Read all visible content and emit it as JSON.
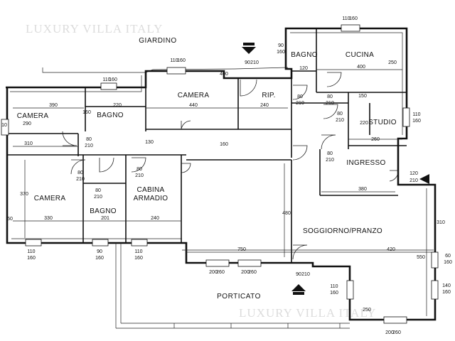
{
  "watermark": {
    "top": "LUXURY VILLA ITALY",
    "bottom": "LUXURY VILLA ITALY"
  },
  "exterior": {
    "garden": "GIARDINO",
    "porch": "PORTICATO"
  },
  "rooms": {
    "camera_top": "CAMERA",
    "camera_left": "CAMERA",
    "bagno_top": "BAGNO",
    "camera_bottom": "CAMERA",
    "bagno_bottom": "BAGNO",
    "cabina_1": "CABINA",
    "cabina_2": "ARMADIO",
    "ripostiglio": "RIP.",
    "bagno_right": "BAGNO",
    "cucina": "CUCINA",
    "studio": "STUDIO",
    "ingresso": "INGRESSO",
    "soggiorno": "SOGGIORNO/PRANZO"
  },
  "dimensions": {
    "d_390": "390",
    "d_220": "220",
    "d_160a": "160",
    "d_290": "290",
    "d_310": "310",
    "d_440": "440",
    "d_400a": "400",
    "d_240a": "240",
    "d_130": "130",
    "d_160b": "160",
    "d_400b": "400",
    "d_250": "250",
    "d_120": "120",
    "d_150": "150",
    "d_220b": "220",
    "d_260": "260",
    "d_370": "370",
    "d_330": "330",
    "d_201": "201",
    "d_240b": "240",
    "d_380": "380",
    "d_480": "480",
    "d_750": "750",
    "d_420": "420",
    "d_550": "550",
    "d_310b": "310",
    "d_50": "50",
    "d_250b": "250"
  },
  "openings": {
    "w_110_160": "110",
    "w_160": "160",
    "w_90": "90",
    "w_210": "210",
    "w_120": "120",
    "w_80": "80",
    "w_200": "200",
    "w_260": "260",
    "w_140": "140",
    "w_60": "60",
    "w_10": "10"
  }
}
